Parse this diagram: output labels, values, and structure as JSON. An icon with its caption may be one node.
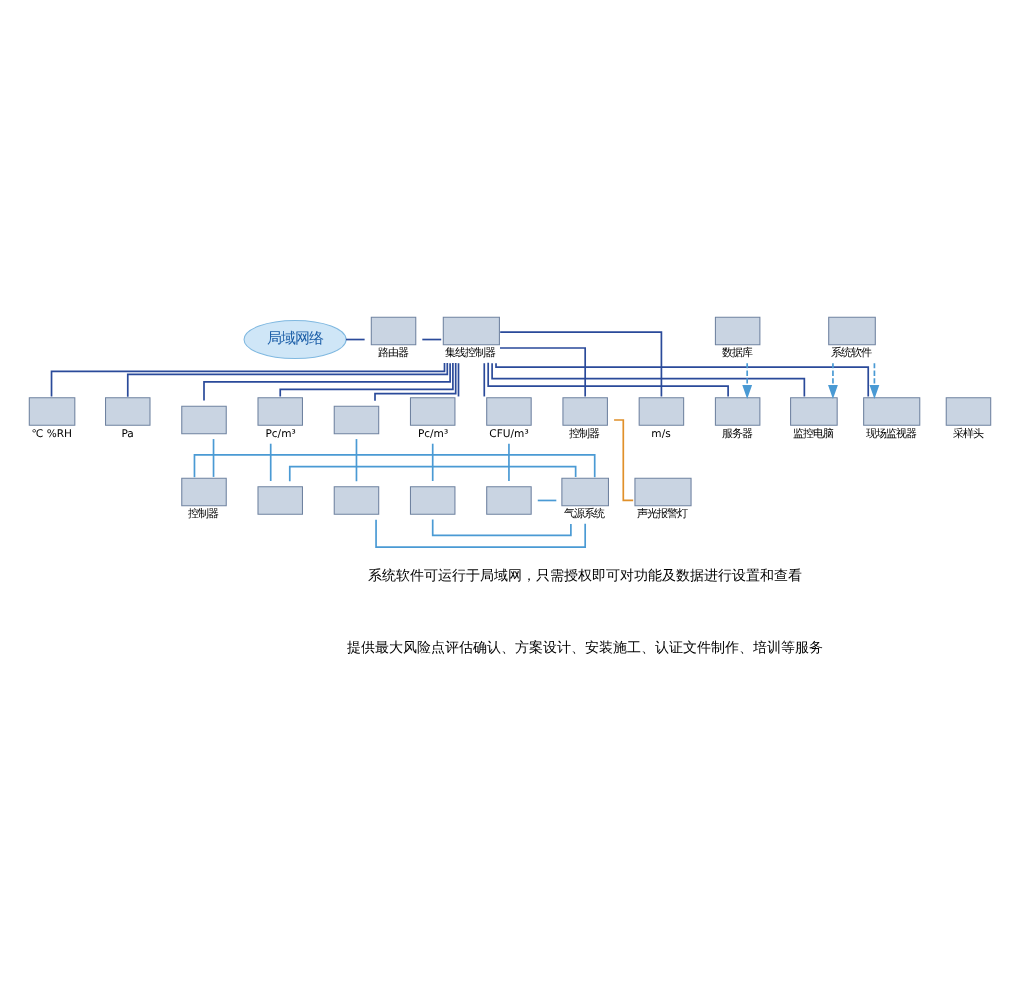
{
  "diagram": {
    "nodes": [
      {
        "text": [
          "局域网络"
        ]
      },
      {
        "text": [],
        "shape": "box",
        "beside": [
          "路由器"
        ]
      },
      {
        "text": [],
        "shape": "box",
        "beside": [
          "集线控制器"
        ]
      },
      {
        "text": [],
        "shape": "box",
        "beside": [
          "服务器"
        ]
      },
      {
        "text": [],
        "shape": "box",
        "beside": [
          "监控电脑"
        ]
      },
      {
        "text": [],
        "shape": "box",
        "beside": [
          "现场监视器"
        ]
      },
      {
        "text": [],
        "shape": "box",
        "beside": [
          "数据库"
        ]
      },
      {
        "text": [],
        "shape": "box",
        "beside": [
          "系统软件"
        ]
      },
      {
        "text": [],
        "shape": "box"
      },
      {
        "text": [],
        "shape": "box",
        "beside": [
          "Pc/m³"
        ]
      },
      {
        "text": [],
        "shape": "box",
        "beside": [
          "采样头"
        ]
      },
      {
        "text": [],
        "shape": "box"
      },
      {
        "text": [],
        "shape": "box",
        "beside": [
          "Pc/m³"
        ]
      },
      {
        "text": [],
        "shape": "box",
        "beside": [
          "CFU/m³"
        ]
      },
      {
        "text": [],
        "shape": "box",
        "beside": [
          "m/s"
        ]
      },
      {
        "text": [],
        "shape": "box",
        "beside": [
          "℃ %RH"
        ]
      },
      {
        "text": [],
        "shape": "box",
        "beside": [
          "Pa"
        ]
      },
      {
        "text": [],
        "shape": "box",
        "beside": [
          "控制器"
        ]
      },
      {
        "text": [],
        "shape": "box",
        "beside": [
          "声光报警灯"
        ]
      },
      {
        "text": [],
        "shape": "box",
        "beside": [
          "控制器"
        ]
      },
      {
        "text": [],
        "shape": "box"
      },
      {
        "text": [],
        "shape": "box"
      },
      {
        "text": [],
        "shape": "box"
      },
      {
        "text": [],
        "shape": "box"
      },
      {
        "text": [],
        "shape": "box",
        "beside": [
          "气源系统"
        ]
      }
    ],
    "edges": [
      {
        "from": 0,
        "to": 1,
        "arrow": "none"
      },
      {
        "from": 1,
        "to": 2,
        "arrow": "none"
      },
      {
        "from": 2,
        "to": 3,
        "arrow": "none"
      },
      {
        "from": 2,
        "to": 4,
        "arrow": "none"
      },
      {
        "from": 2,
        "to": 5,
        "arrow": "none"
      },
      {
        "from": 6,
        "to": 3,
        "arrow": "to",
        "style": "dashed",
        "color": "#4a9ad4"
      },
      {
        "from": 7,
        "to": 4,
        "arrow": "to",
        "style": "dashed",
        "color": "#4a9ad4"
      },
      {
        "from": 7,
        "to": 5,
        "arrow": "to",
        "style": "dashed",
        "color": "#4a9ad4"
      },
      {
        "from": 2,
        "to": 8,
        "arrow": "none"
      },
      {
        "from": 2,
        "to": 9,
        "arrow": "none"
      },
      {
        "from": 2,
        "to": 11,
        "arrow": "none"
      },
      {
        "from": 2,
        "to": 12,
        "arrow": "none"
      },
      {
        "from": 2,
        "to": 13,
        "arrow": "none"
      },
      {
        "from": 2,
        "to": 14,
        "arrow": "none"
      },
      {
        "from": 2,
        "to": 15,
        "arrow": "none"
      },
      {
        "from": 2,
        "to": 16,
        "arrow": "none"
      },
      {
        "from": 2,
        "to": 17,
        "arrow": "none"
      },
      {
        "from": 17,
        "to": 18,
        "arrow": "none",
        "color": "#e0902a"
      },
      {
        "from": 8,
        "to": 19,
        "arrow": "none",
        "color": "#4a9ad4"
      },
      {
        "from": 9,
        "to": 20,
        "arrow": "none",
        "color": "#4a9ad4"
      },
      {
        "from": 11,
        "to": 21,
        "arrow": "none",
        "color": "#4a9ad4"
      },
      {
        "from": 12,
        "to": 22,
        "arrow": "none",
        "color": "#4a9ad4"
      },
      {
        "from": 13,
        "to": 23,
        "arrow": "none",
        "color": "#4a9ad4"
      },
      {
        "from": 19,
        "to": 24,
        "arrow": "none",
        "color": "#4a9ad4"
      },
      {
        "from": 20,
        "to": 24,
        "arrow": "none",
        "color": "#4a9ad4"
      },
      {
        "from": 21,
        "to": 24,
        "arrow": "none",
        "color": "#4a9ad4"
      },
      {
        "from": 22,
        "to": 24,
        "arrow": "none",
        "color": "#4a9ad4"
      },
      {
        "from": 23,
        "to": 24,
        "arrow": "none",
        "color": "#4a9ad4"
      }
    ],
    "labels": [
      "系统软件可运行于局域网，只需授权即可对功能及数据进行设置和查看",
      "提供最大风险点评估确认、方案设计、安装施工、认证文件制作、培训等服务"
    ]
  }
}
